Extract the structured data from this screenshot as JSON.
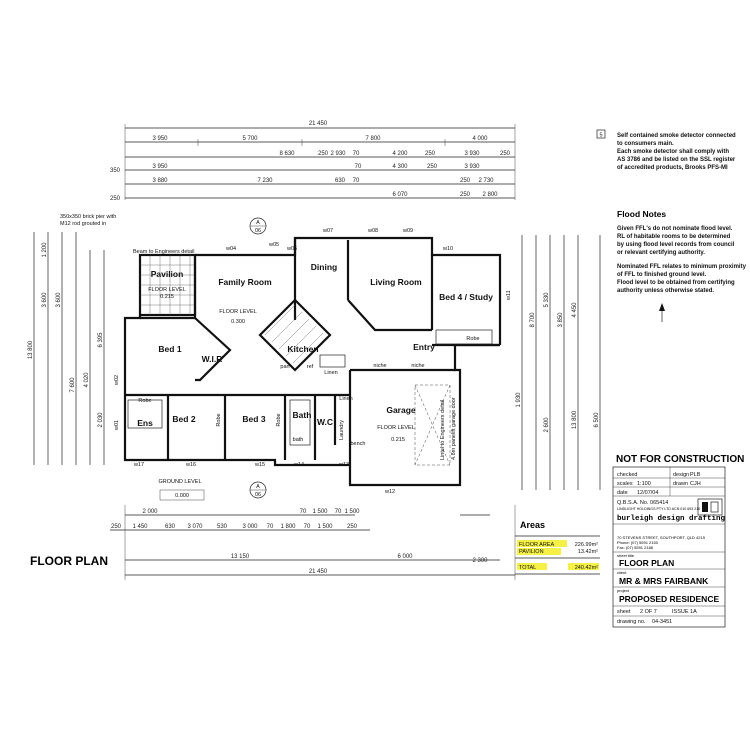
{
  "overall": {
    "width_top": "21 450",
    "width_bottom": "21 450",
    "height_left": "13 800",
    "top_row1": [
      "3 950",
      "5 700",
      "7 800",
      "4 000"
    ],
    "top_row2": [
      "8 630",
      "250",
      "2 930",
      "70",
      "4 200",
      "250",
      "3 930",
      "250"
    ],
    "top_row3": [
      "3 950",
      "70",
      "4 300",
      "250",
      "3 930"
    ],
    "top_row4": [
      "3 880",
      "7 230",
      "630",
      "70",
      "250",
      "2 730"
    ],
    "top_row5": [
      "6 070",
      "250",
      "2 800"
    ],
    "bottom_row1": [
      "2 000",
      "70",
      "1 500",
      "70",
      "1 500"
    ],
    "bottom_row2": [
      "1 450",
      "630",
      "3 070",
      "530",
      "3 000",
      "70",
      "1 800",
      "70",
      "1 500",
      "250"
    ],
    "bottom_row3": [
      "13 150",
      "6 000",
      "2 300"
    ],
    "left_outer": [
      "1 200",
      "3 600",
      "13 800"
    ],
    "right_outer": [
      "8 700",
      "6 500"
    ]
  },
  "rooms": {
    "family": "Family Room",
    "dining": "Dining",
    "living": "Living Room",
    "bed4": "Bed 4 / Study",
    "pavilion": "Pavilion",
    "bed1": "Bed 1",
    "wir": "W.I.R",
    "kitchen": "Kitchen",
    "entry": "Entry",
    "garage": "Garage",
    "bed2": "Bed 2",
    "bed3": "Bed 3",
    "bath": "Bath",
    "wc": "W.C",
    "ens": "Ens",
    "robe": "Robe",
    "linen": "Linen",
    "laundry": "Laundry",
    "bath_small": "bath",
    "pantry": "pan",
    "ref": "ref",
    "niche": "niche",
    "bench": "bench"
  },
  "levels": {
    "floor_level": "FLOOR LEVEL",
    "floor_level_value": "0.300",
    "pavilion_level": "FLOOR LEVEL",
    "pavilion_value": "0.215",
    "garage_level": "FLOOR LEVEL",
    "garage_value": "0.215",
    "ground_level": "GROUND LEVEL",
    "ground_value": "0.000"
  },
  "callouts": {
    "pier": "350x350 brick pier with",
    "pier2": "M12 rod grouted in",
    "beam": "Beam to Engineers detail",
    "lintel": "Lintel to Engineers detail",
    "garage_door": "4.8m panelift garage door",
    "section_a": "A",
    "section_a_sheet": "06"
  },
  "windows": [
    "w04",
    "w05",
    "w06",
    "w07",
    "w08",
    "w09",
    "w10",
    "w11",
    "w01",
    "w02",
    "w12",
    "w13",
    "w14",
    "w15",
    "w16",
    "w17"
  ],
  "notes": {
    "smoke_num": "5",
    "smoke": [
      "Self contained smoke detector connected",
      "to consumers main.",
      "Each smoke detector shall comply with",
      "AS 3786 and be listed on the SSL register",
      "of accredited products, Brooks PFS-MI"
    ],
    "flood_title": "Flood Notes",
    "flood": [
      "Given FFL's do not nominate flood level.",
      "RL of habitable rooms to be determined",
      "by using flood level records from council",
      "or relevant certifying authority.",
      "",
      "Nominated FFL relates to minimum proximity",
      "of FFL to finished ground level.",
      "Flood level to be obtained from certifying",
      "authority unless otherwise stated."
    ]
  },
  "areas": {
    "title": "Areas",
    "rows": [
      {
        "label": "FLOOR AREA",
        "value": "226.99m²"
      },
      {
        "label": "PAVILION",
        "value": "13.42m²"
      },
      {
        "label": "TOTAL",
        "value": "240.42m²"
      }
    ]
  },
  "title_block": {
    "not_for_construction": "NOT FOR CONSTRUCTION",
    "checked_label": "checked",
    "design_label": "design",
    "design_value": "PLB",
    "scales_label": "scales",
    "scales_value": "1:100",
    "drawn_label": "drawn",
    "drawn_value": "CJH",
    "date_label": "date",
    "date_value": "12/07/04",
    "qbsa": "Q.B.S.A. No. 065414",
    "company_small": "LINDLIGHT HOLDINGS PTY LTD  ACN 010 693 210",
    "company": "burleigh design drafting",
    "address": "70 STEVENS STREET, SOUTHPORT, QLD 4215",
    "phone": "Phone: (07) 5591 2150",
    "fax": "Fax:   (07) 5591 2188",
    "sheet_title_label": "sheet title",
    "sheet_title": "FLOOR PLAN",
    "client_label": "client",
    "client": "MR & MRS FAIRBANK",
    "project_label": "project",
    "project": "PROPOSED RESIDENCE",
    "sheet_label": "sheet",
    "sheet_value": "2 OF 7",
    "issue": "ISSUE 1A",
    "drawing_label": "drawing no.",
    "drawing_value": "04-3451"
  },
  "plan_title": "FLOOR PLAN",
  "colors": {
    "highlight": "#f4f044",
    "ink": "#111111"
  }
}
